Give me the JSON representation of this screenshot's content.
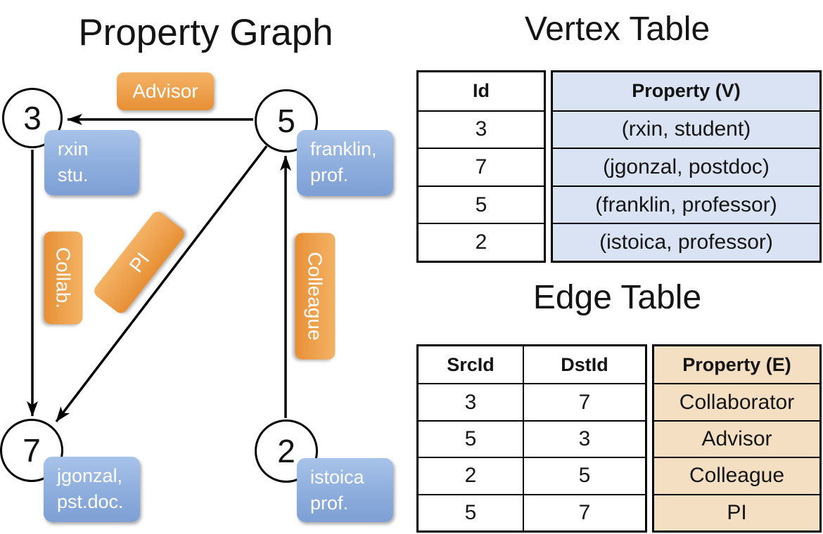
{
  "graph": {
    "title": "Property Graph",
    "nodes": {
      "n3": {
        "id": "3",
        "card": {
          "line1": "rxin",
          "line2": "stu."
        }
      },
      "n5": {
        "id": "5",
        "card": {
          "line1": "franklin,",
          "line2": "prof."
        }
      },
      "n7": {
        "id": "7",
        "card": {
          "line1": "jgonzal,",
          "line2": "pst.doc."
        }
      },
      "n2": {
        "id": "2",
        "card": {
          "line1": "istoica",
          "line2": "prof."
        }
      }
    },
    "edge_labels": {
      "advisor": "Advisor",
      "collab": "Collab.",
      "pi": "PI",
      "colleague": "Colleague"
    }
  },
  "vertex_table": {
    "title": "Vertex Table",
    "columns": [
      "Id",
      "Property (V)"
    ],
    "rows": [
      [
        "3",
        "(rxin, student)"
      ],
      [
        "7",
        "(jgonzal, postdoc)"
      ],
      [
        "5",
        "(franklin, professor)"
      ],
      [
        "2",
        "(istoica, professor)"
      ]
    ]
  },
  "edge_table": {
    "title": "Edge Table",
    "columns": [
      "SrcId",
      "DstId",
      "Property (E)"
    ],
    "rows": [
      [
        "3",
        "7",
        "Collaborator"
      ],
      [
        "5",
        "3",
        "Advisor"
      ],
      [
        "2",
        "5",
        "Colleague"
      ],
      [
        "5",
        "7",
        "PI"
      ]
    ]
  },
  "colors": {
    "edge_label_orange": "#ECA04C",
    "vertex_card_blue": "#8FAFDE",
    "vertex_property_bg": "#DAE3F3",
    "edge_property_bg": "#F5DFC2",
    "line_black": "#000000"
  }
}
